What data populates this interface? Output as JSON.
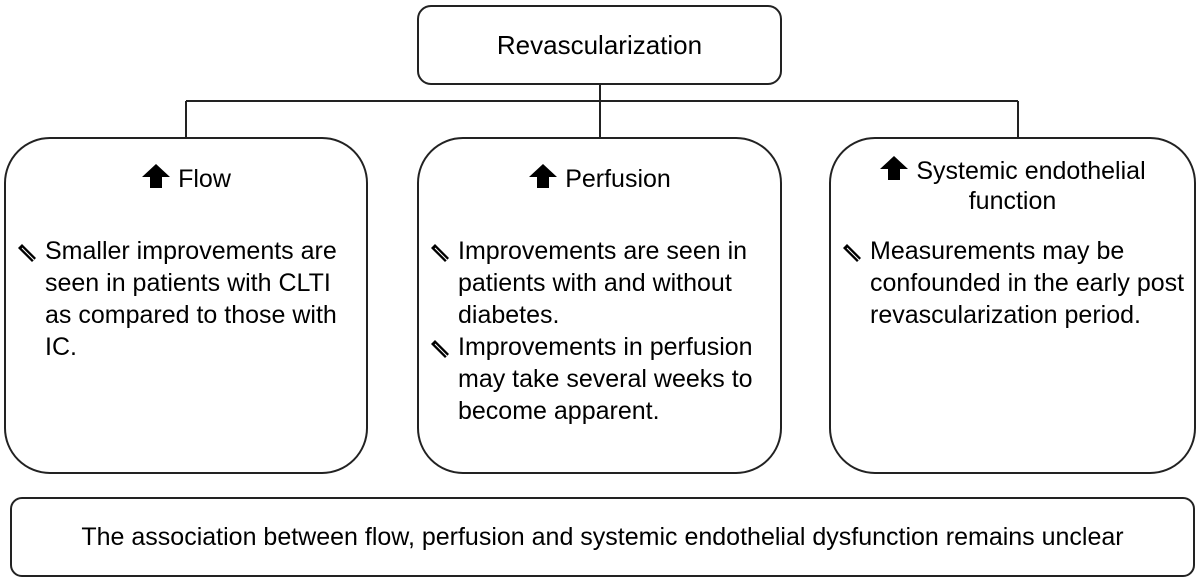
{
  "root": {
    "label": "Revascularization"
  },
  "cards": [
    {
      "title_lines": [
        "Flow"
      ],
      "bullets": [
        "Smaller improvements are seen in patients with CLTI as compared to those with IC."
      ]
    },
    {
      "title_lines": [
        "Perfusion"
      ],
      "bullets": [
        "Improvements are seen in patients with and without diabetes.",
        "Improvements in perfusion may take several weeks to become apparent."
      ]
    },
    {
      "title_lines": [
        "Systemic endothelial",
        "function"
      ],
      "bullets": [
        "Measurements may be confounded in the early post revascularization period."
      ]
    }
  ],
  "footer": {
    "text": "The association between flow, perfusion and systemic endothelial dysfunction remains unclear"
  },
  "colors": {
    "stroke": "#222222",
    "icon": "#000000",
    "background": "#ffffff"
  },
  "icons": {
    "title_marker": "up-arrow-icon",
    "bullet_marker": "pencil-icon"
  }
}
